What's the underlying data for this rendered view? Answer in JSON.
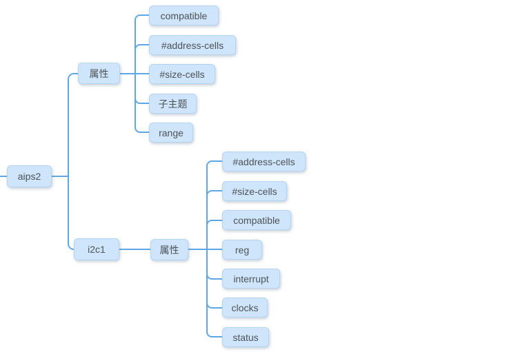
{
  "mindmap": {
    "root": {
      "label": "aips2"
    },
    "branches": [
      {
        "label": "属性",
        "children": [
          "compatible",
          "#address-cells",
          "#size-cells",
          "子主题",
          "range"
        ]
      },
      {
        "label": "i2c1",
        "children": [
          {
            "label": "属性",
            "children": [
              "#address-cells",
              "#size-cells",
              "compatible",
              "reg",
              "interrupt",
              "clocks",
              "status"
            ]
          }
        ]
      }
    ],
    "colors": {
      "node_fill": "#cfe5fb",
      "connector_line": "#5ea7e6",
      "node_text": "#4d5256",
      "canvas_background": "#ffffff"
    }
  }
}
